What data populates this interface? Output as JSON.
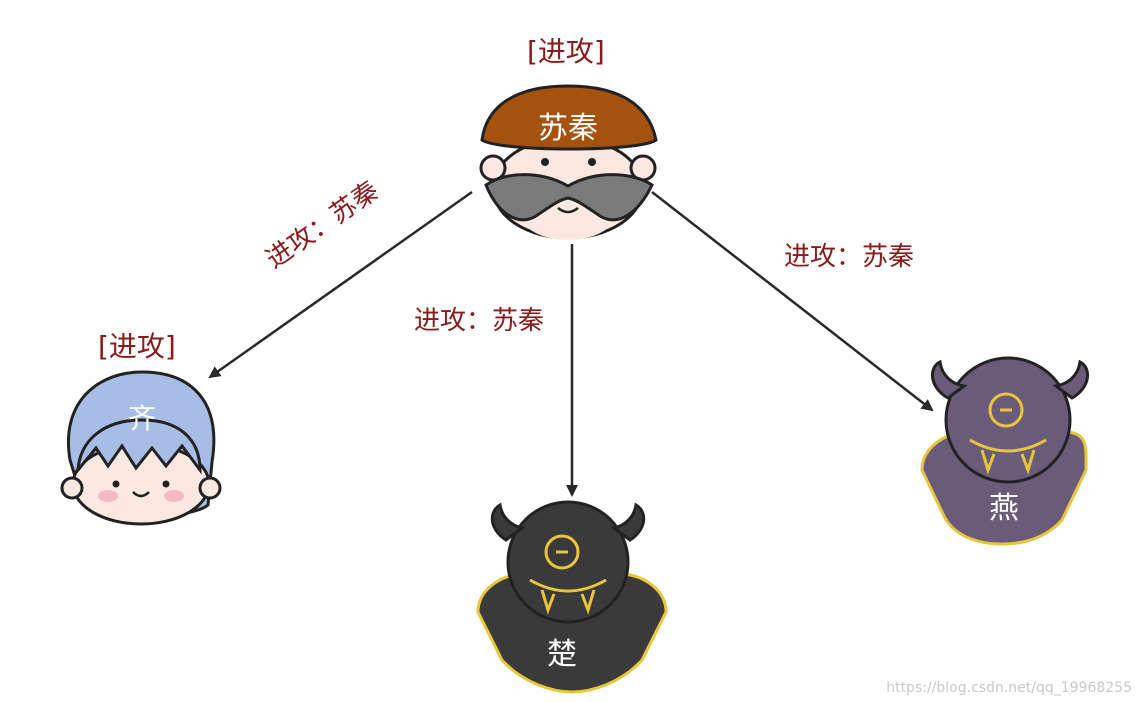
{
  "nodes": {
    "suqin": {
      "name": "苏秦",
      "tag": "[进攻]",
      "hat_color": "#a5520f",
      "mustache_color": "#7a7a7a"
    },
    "qi": {
      "name": "齐",
      "tag": "[进攻]",
      "hair_color": "#a7bde6"
    },
    "chu": {
      "name": "楚",
      "body_color": "#3a3a3a",
      "outline_color": "#e8c53a"
    },
    "yan": {
      "name": "燕",
      "body_color": "#6b5b7b",
      "outline_color": "#e8c53a"
    }
  },
  "edges": [
    {
      "from": "苏秦",
      "to": "齐",
      "label": "进攻：苏秦"
    },
    {
      "from": "苏秦",
      "to": "楚",
      "label": "进攻：苏秦"
    },
    {
      "from": "苏秦",
      "to": "燕",
      "label": "进攻：苏秦"
    }
  ],
  "colors": {
    "label": "#8b1a1a",
    "arrow": "#2a2a2a"
  },
  "watermark": "https://blog.csdn.net/qq_19968255"
}
